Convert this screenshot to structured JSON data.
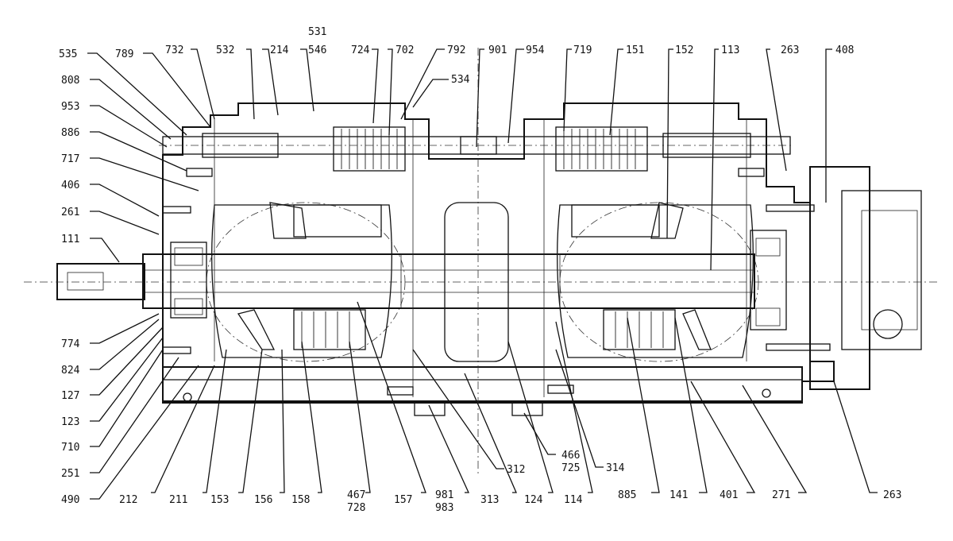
{
  "callouts": {
    "l535": "535",
    "l789": "789",
    "l732": "732",
    "l532": "532",
    "l214": "214",
    "l531": "531",
    "l546": "546",
    "l724": "724",
    "l702": "702",
    "l792": "792",
    "l534": "534",
    "l901": "901",
    "l954": "954",
    "l719": "719",
    "l151": "151",
    "l152": "152",
    "l113": "113",
    "l263a": "263",
    "l408": "408",
    "l808": "808",
    "l953": "953",
    "l886": "886",
    "l717": "717",
    "l406": "406",
    "l261": "261",
    "l111": "111",
    "l774": "774",
    "l824": "824",
    "l127": "127",
    "l123": "123",
    "l710": "710",
    "l251": "251",
    "l490": "490",
    "l212": "212",
    "l211": "211",
    "l153": "153",
    "l156": "156",
    "l158": "158",
    "l467": "467",
    "l728": "728",
    "l157": "157",
    "l981": "981",
    "l983": "983",
    "l313": "313",
    "l124": "124",
    "l114": "114",
    "l885": "885",
    "l141": "141",
    "l401": "401",
    "l271": "271",
    "l263b": "263",
    "l312": "312",
    "l466": "466",
    "l725": "725",
    "l314": "314"
  }
}
